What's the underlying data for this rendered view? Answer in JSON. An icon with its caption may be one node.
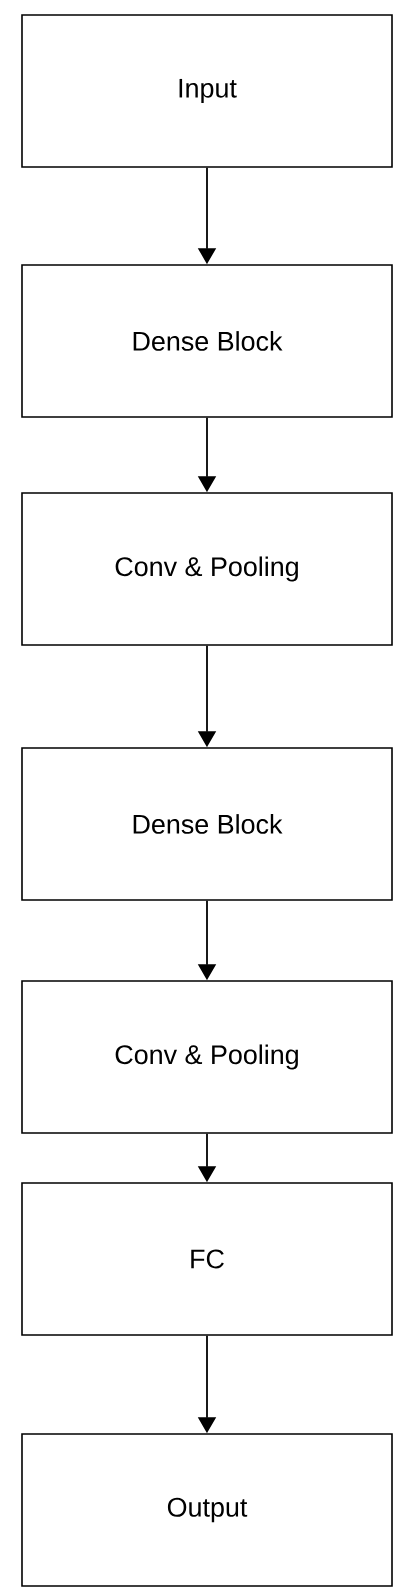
{
  "diagram": {
    "nodes": [
      {
        "text": [
          "Input"
        ]
      },
      {
        "text": [
          "Dense Block"
        ]
      },
      {
        "text": [
          "Conv & Pooling"
        ]
      },
      {
        "text": [
          "Dense Block"
        ]
      },
      {
        "text": [
          "Conv & Pooling"
        ]
      },
      {
        "text": [
          "FC"
        ]
      },
      {
        "text": [
          "Output"
        ]
      }
    ],
    "edges": [
      {
        "from": 0,
        "to": 1,
        "arrow": "to"
      },
      {
        "from": 1,
        "to": 2,
        "arrow": "to"
      },
      {
        "from": 2,
        "to": 3,
        "arrow": "to"
      },
      {
        "from": 3,
        "to": 4,
        "arrow": "to"
      },
      {
        "from": 4,
        "to": 5,
        "arrow": "to"
      },
      {
        "from": 5,
        "to": 6,
        "arrow": "to"
      }
    ]
  }
}
